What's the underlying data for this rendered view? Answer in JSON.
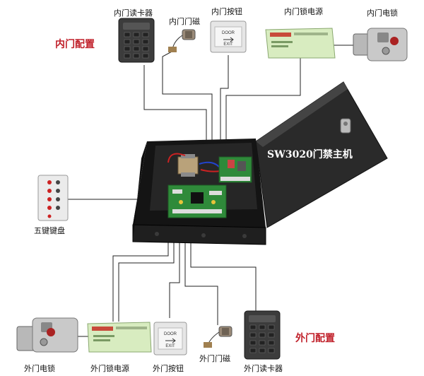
{
  "diagram": {
    "controller_title": "SW3020门禁主机",
    "inner_section_title": "内门配置",
    "outer_section_title": "外门配置",
    "inner_devices": {
      "card_reader": "内门读卡器",
      "door_sensor": "内门门磁",
      "exit_button": "内门按钮",
      "lock_power": "内门锁电源",
      "electric_lock": "内门电锁"
    },
    "keypad": "五键键盘",
    "outer_devices": {
      "electric_lock": "外门电锁",
      "lock_power": "外门锁电源",
      "exit_button": "外门按钮",
      "door_sensor": "外门门磁",
      "card_reader": "外门读卡器"
    },
    "button_text": {
      "top": "DOOR",
      "bottom": "EXIT"
    },
    "colors": {
      "section_red": "#c0202a",
      "box_black": "#1c1c1c",
      "board_green": "#2f8a3a"
    }
  }
}
